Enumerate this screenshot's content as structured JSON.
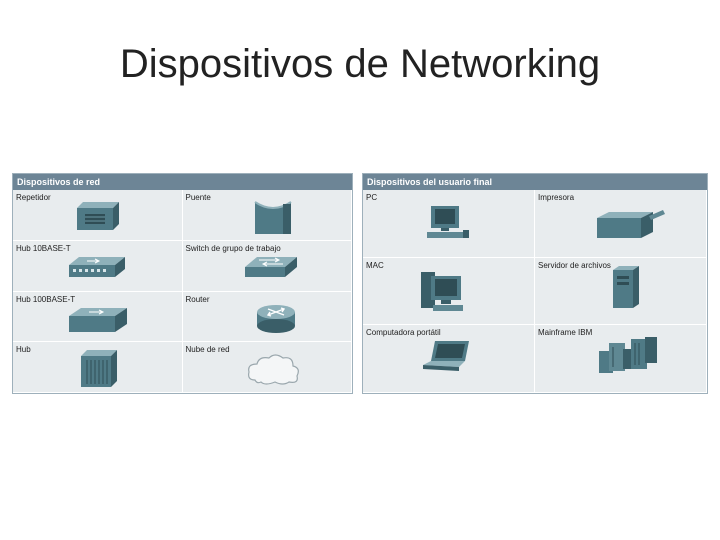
{
  "slide": {
    "title": "Dispositivos de Networking"
  },
  "network_panel": {
    "header": "Dispositivos de red",
    "cells": [
      {
        "label": "Repetidor",
        "icon": "repeater-icon"
      },
      {
        "label": "Puente",
        "icon": "bridge-icon"
      },
      {
        "label": "Hub 10BASE-T",
        "icon": "hub-10baset-icon"
      },
      {
        "label": "Switch de grupo de trabajo",
        "icon": "workgroup-switch-icon"
      },
      {
        "label": "Hub 100BASE-T",
        "icon": "hub-100baset-icon"
      },
      {
        "label": "Router",
        "icon": "router-icon"
      },
      {
        "label": "Hub",
        "icon": "hub-icon"
      },
      {
        "label": "Nube de red",
        "icon": "network-cloud-icon"
      }
    ]
  },
  "enduser_panel": {
    "header": "Dispositivos del usuario final",
    "cells": [
      {
        "label": "PC",
        "icon": "pc-icon"
      },
      {
        "label": "Impresora",
        "icon": "printer-icon"
      },
      {
        "label": "MAC",
        "icon": "mac-icon"
      },
      {
        "label": "Servidor de archivos",
        "icon": "file-server-icon"
      },
      {
        "label": "Computadora portátil",
        "icon": "laptop-icon"
      },
      {
        "label": "Mainframe IBM",
        "icon": "ibm-mainframe-icon"
      }
    ]
  },
  "colors": {
    "panel_header": "#6d8596",
    "panel_bg": "#e8ecee",
    "icon_teal": "#4f7a86"
  }
}
